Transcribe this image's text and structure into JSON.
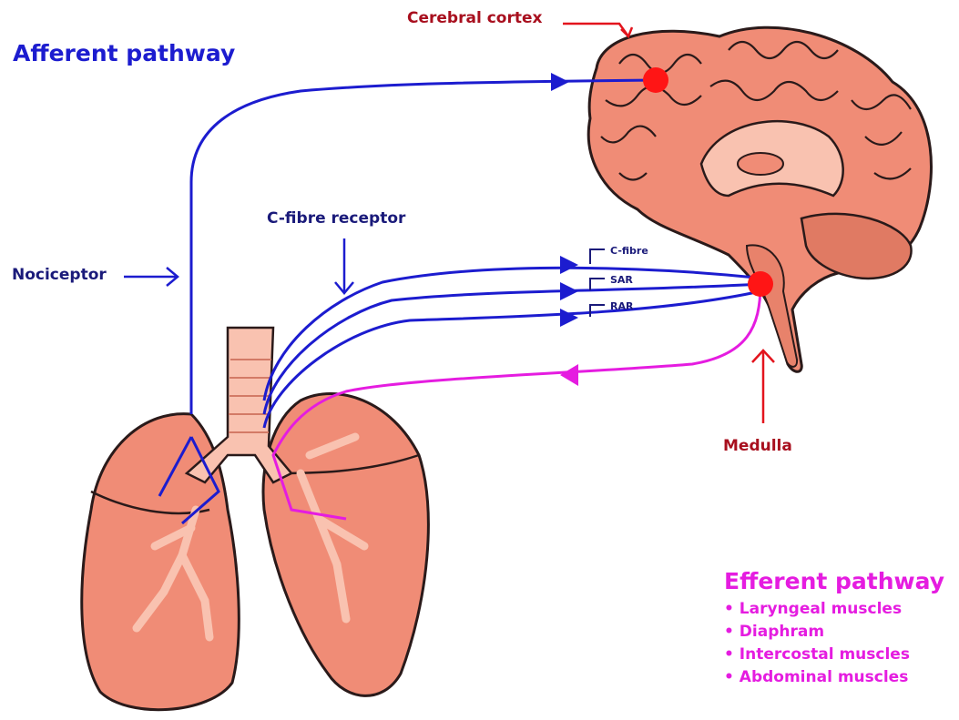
{
  "labels": {
    "afferent_title": "Afferent pathway",
    "cerebral_cortex": "Cerebral cortex",
    "nociceptor": "Nociceptor",
    "c_fibre_receptor": "C-fibre receptor",
    "medulla": "Medulla",
    "fibre_c": "C-fibre",
    "fibre_sar": "SAR",
    "fibre_rar": "RAR"
  },
  "efferent": {
    "title": "Efferent pathway",
    "items": [
      "• Laryngeal muscles",
      "• Diaphram",
      "• Intercostal muscles",
      "• Abdominal muscles"
    ]
  },
  "colors": {
    "afferent": "#1c1ccf",
    "efferent": "#e51ce0",
    "pointer_arrow": "#e3141d",
    "node": "#ff1515",
    "tissue": "#f08c76",
    "tissue_light": "#f9c2b0",
    "outline": "#2a1a1a"
  }
}
